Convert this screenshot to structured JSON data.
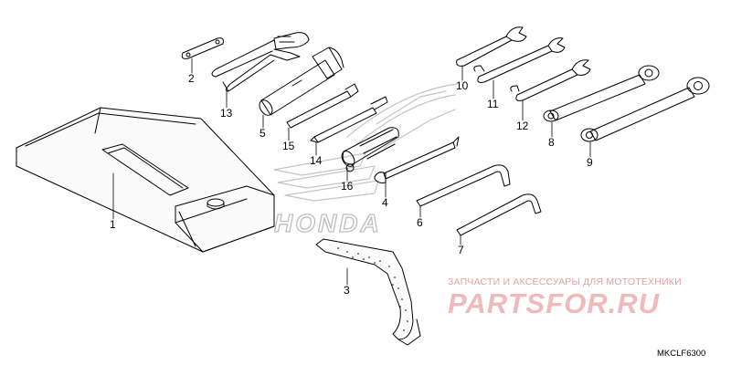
{
  "diagram": {
    "brand_watermark": "HONDA",
    "watermark_site_caption": "ЗАПЧАСТИ И АКСЕССУАРЫ ДЛЯ МОТОТЕХНИКИ",
    "watermark_site_logo": "PARTSFOR.RU",
    "drawing_code": "MKCLF6300",
    "colors": {
      "line": "#000000",
      "watermark_red": "#e05a5a",
      "watermark_gray": "#c8c8c8"
    },
    "parts": [
      {
        "number": "1",
        "icon": "tool-bag"
      },
      {
        "number": "2",
        "icon": "small-flat-wrench"
      },
      {
        "number": "3",
        "icon": "rubber-strap"
      },
      {
        "number": "4",
        "icon": "screwdriver-shaft"
      },
      {
        "number": "5",
        "icon": "socket-wrench"
      },
      {
        "number": "6",
        "icon": "hex-key-large"
      },
      {
        "number": "7",
        "icon": "hex-key-small"
      },
      {
        "number": "8",
        "icon": "combination-wrench"
      },
      {
        "number": "9",
        "icon": "combination-wrench-long"
      },
      {
        "number": "10",
        "icon": "open-end-wrench"
      },
      {
        "number": "11",
        "icon": "open-end-wrench"
      },
      {
        "number": "12",
        "icon": "open-end-wrench"
      },
      {
        "number": "13",
        "icon": "pliers"
      },
      {
        "number": "14",
        "icon": "screwdriver-bit"
      },
      {
        "number": "15",
        "icon": "extension-bar"
      },
      {
        "number": "16",
        "icon": "screwdriver-handle"
      }
    ]
  }
}
